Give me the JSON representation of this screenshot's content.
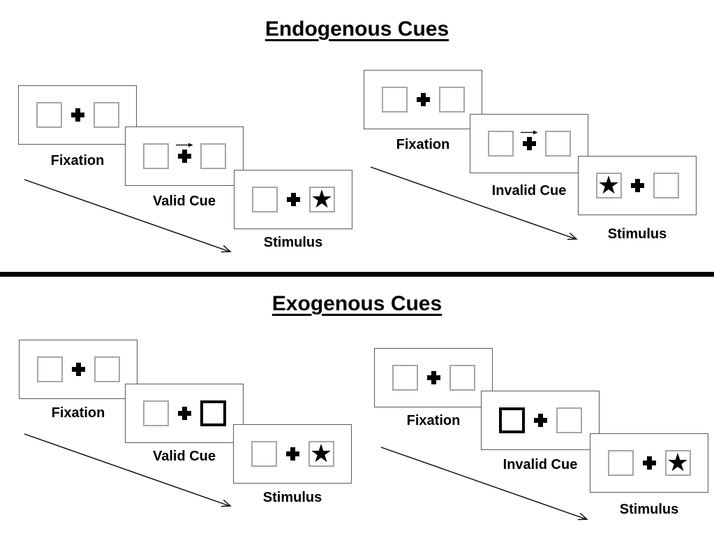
{
  "icons": {
    "star": "★",
    "fixation_cross": "css-heavy-cross",
    "direction_arrow": "svg-right-arrow",
    "timeline_arrow": "svg-diagonal-arrow"
  },
  "colors": {
    "divider": "#000000",
    "panel_border": "#595959",
    "box_border": "#a6a6a6",
    "cue_highlight_border": "#000000",
    "text": "#000000",
    "background": "#ffffff"
  },
  "sections": [
    {
      "title": "Endogenous Cues",
      "groups": [
        {
          "name": "valid",
          "panels": [
            {
              "label": "Fixation"
            },
            {
              "label": "Valid Cue"
            },
            {
              "label": "Stimulus"
            }
          ]
        },
        {
          "name": "invalid",
          "panels": [
            {
              "label": "Fixation"
            },
            {
              "label": "Invalid Cue"
            },
            {
              "label": "Stimulus"
            }
          ]
        }
      ]
    },
    {
      "title": "Exogenous Cues",
      "groups": [
        {
          "name": "valid",
          "panels": [
            {
              "label": "Fixation"
            },
            {
              "label": "Valid Cue"
            },
            {
              "label": "Stimulus"
            }
          ]
        },
        {
          "name": "invalid",
          "panels": [
            {
              "label": "Fixation"
            },
            {
              "label": "Invalid Cue"
            },
            {
              "label": "Stimulus"
            }
          ]
        }
      ]
    }
  ]
}
